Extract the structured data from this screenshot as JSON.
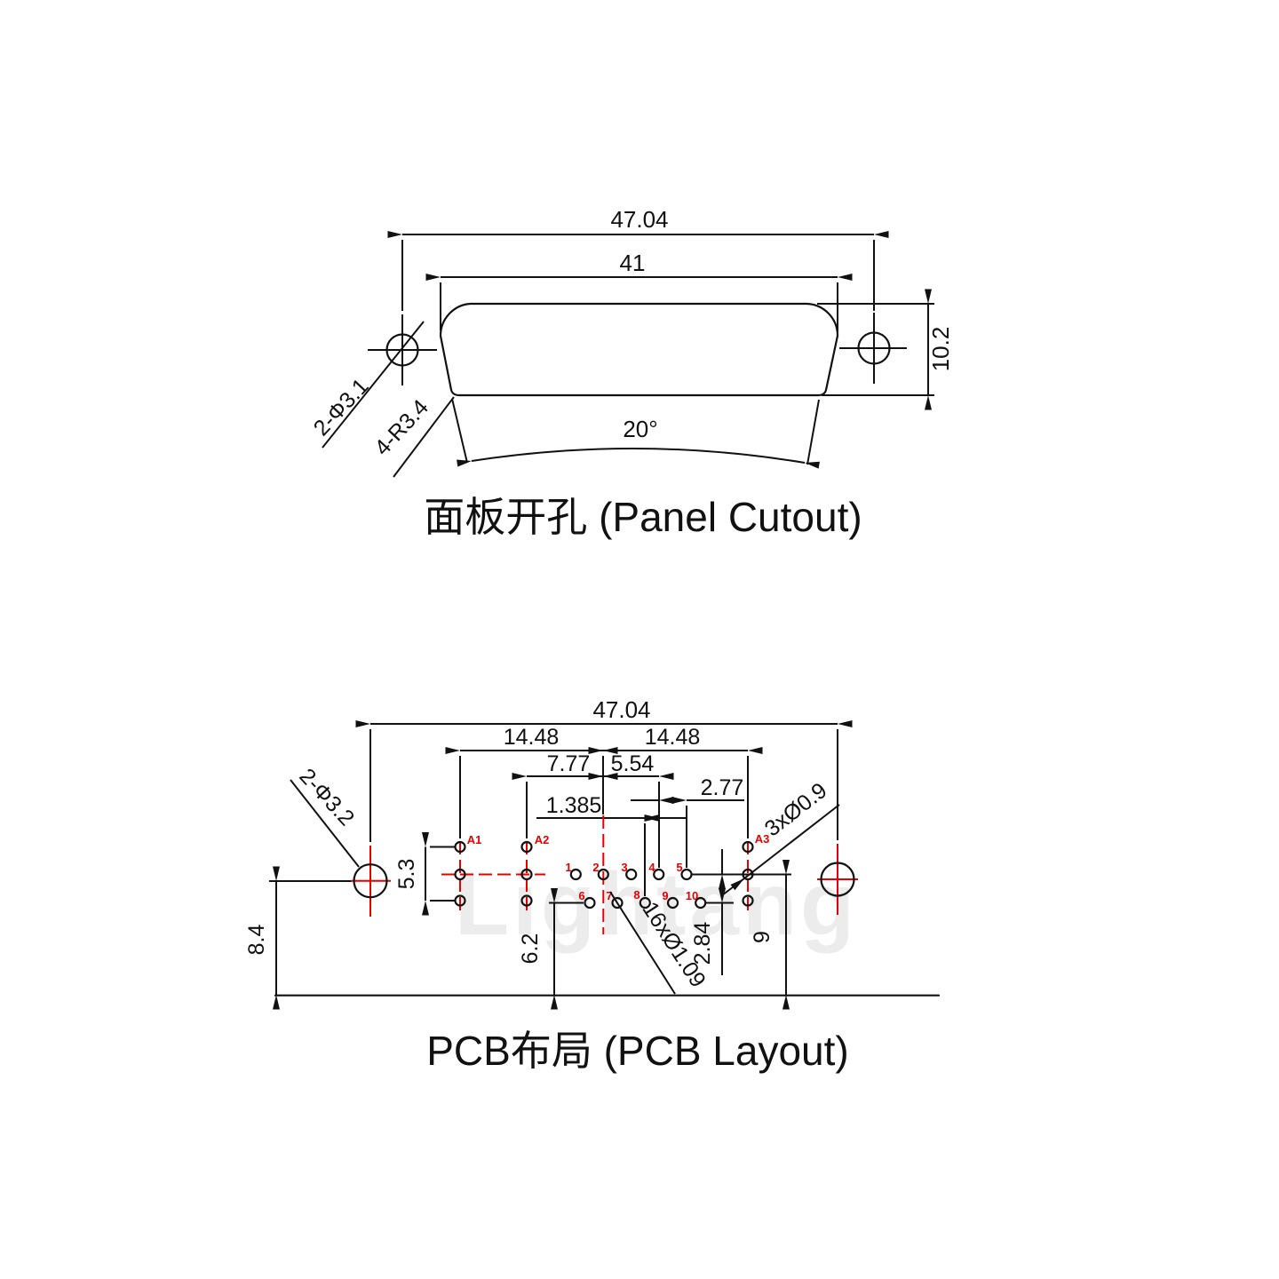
{
  "watermark": {
    "text": "Lightang"
  },
  "colors": {
    "line": "#111111",
    "accent_red": "#e80000",
    "watermark": "#ececec"
  },
  "panel": {
    "title": "面板开孔 (Panel Cutout)",
    "dim_overall": "47.04",
    "dim_cutout_width": "41",
    "dim_height": "10.2",
    "angle": "20°",
    "hole_label": "2-Φ3.1",
    "radius_label": "4-R3.4"
  },
  "pcb": {
    "title": "PCB布局 (PCB Layout)",
    "dim_overall": "47.04",
    "dim_half_left": "14.48",
    "dim_half_right": "14.48",
    "dim_a2": "7.77",
    "dim_pin4": "5.54",
    "dim_pitch": "2.77",
    "dim_half_pitch": "1.385",
    "dim_coax_span": "5.3",
    "dim_hole_height": "8.4",
    "dim_row2_height": "6.2",
    "dim_row_gap": "2.84",
    "dim_row1_height": "9",
    "hole_label": "2-Φ3.2",
    "coax_hole_label": "3xØ0.9",
    "pin_hole_label": "16xØ1.09",
    "pin_labels": [
      "A1",
      "A2",
      "A3",
      "1",
      "2",
      "3",
      "4",
      "5",
      "6",
      "7",
      "8",
      "9",
      "10"
    ]
  }
}
